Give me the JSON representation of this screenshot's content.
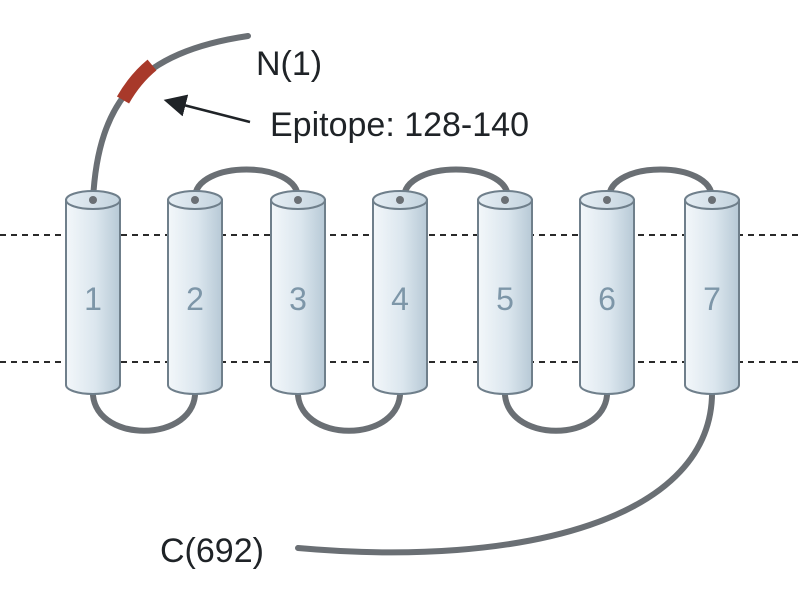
{
  "labels": {
    "n_terminus": "N(1)",
    "c_terminus": "C(692)",
    "epitope": "Epitope: 128-140"
  },
  "helices": [
    "1",
    "2",
    "3",
    "4",
    "5",
    "6",
    "7"
  ],
  "colors": {
    "strand": "#6a6f74",
    "epitope": "#a8392a",
    "helix_fill_light": "#f2f6f9",
    "helix_fill_dark": "#bfd0dc",
    "helix_outline": "#6f7f8b",
    "membrane_line": "#2a2a2a",
    "helix_label": "#7d96a8"
  }
}
